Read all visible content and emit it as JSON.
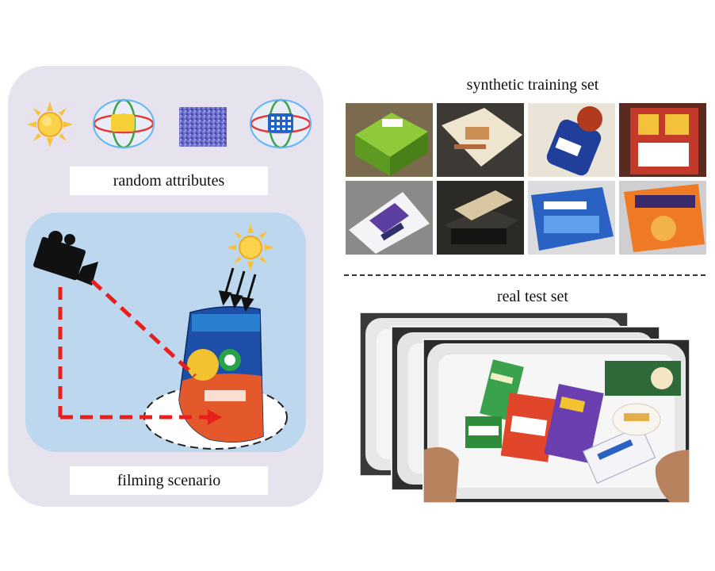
{
  "left_panel": {
    "attributes_label": "random attributes",
    "scenario_label": "filming scenario",
    "attribute_icons": [
      "sun-icon",
      "orbit-sphere-icon",
      "noise-texture-icon",
      "textured-orbit-sphere-icon"
    ],
    "scene_icons": [
      "camera-icon",
      "sun-icon",
      "light-arrows-icon",
      "detergent-pack-object"
    ]
  },
  "right_panel": {
    "synthetic_title": "synthetic training set",
    "real_title": "real test set"
  },
  "colors": {
    "panel_bg": "#e6e3ef",
    "scene_bg": "#bcd7ee",
    "dashed_path": "#e8201c",
    "sun": "#f7c330"
  }
}
